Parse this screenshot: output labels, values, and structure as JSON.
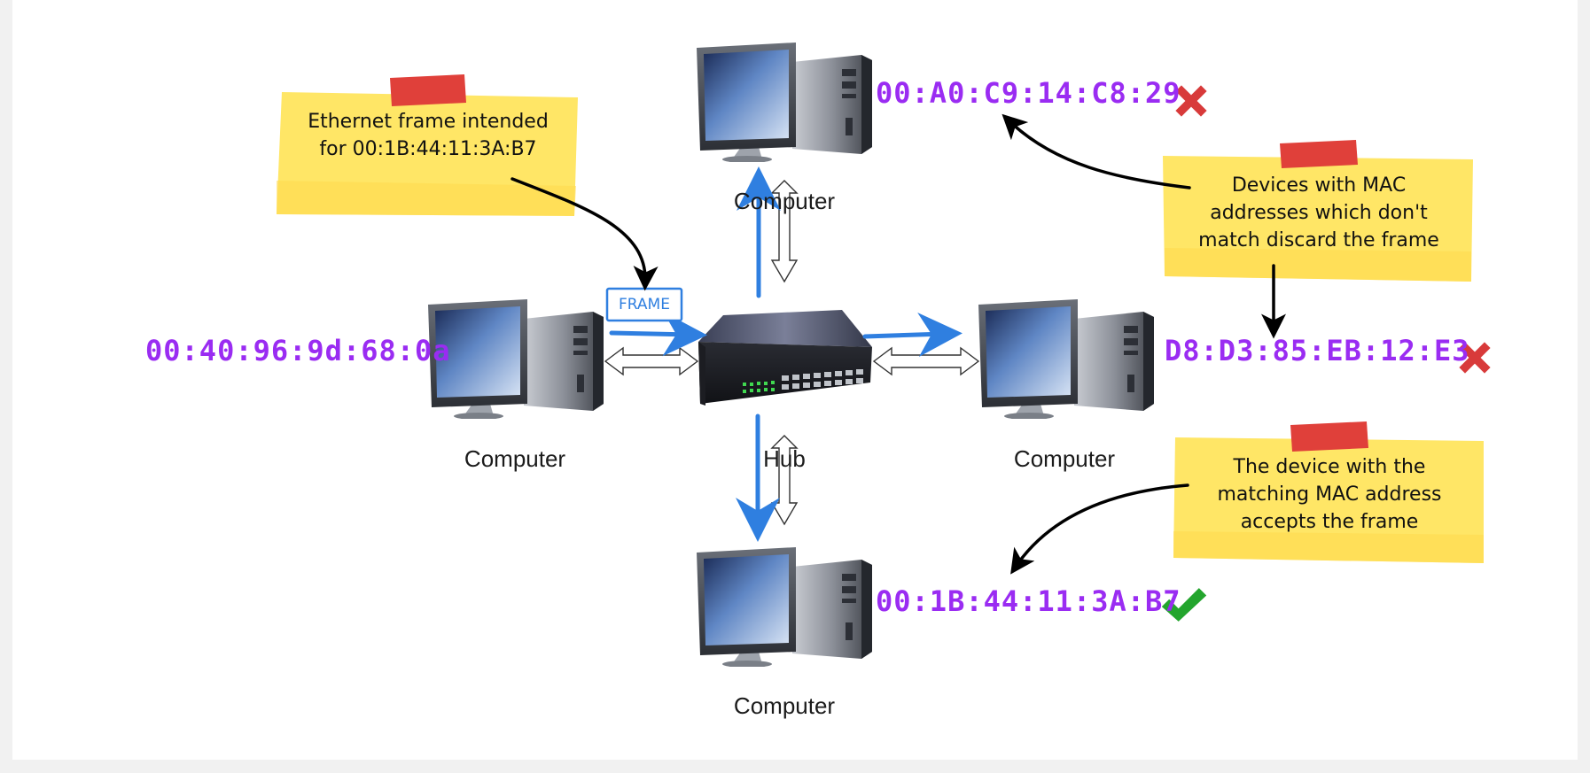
{
  "labels": {
    "computer_top": "Computer",
    "computer_left": "Computer",
    "computer_right": "Computer",
    "computer_bottom": "Computer",
    "hub": "Hub"
  },
  "mac": {
    "top": "00:A0:C9:14:C8:29",
    "left": "00:40:96:9d:68:0a",
    "right": "D8:D3:85:EB:12:E3",
    "bottom": "00:1B:44:11:3A:B7"
  },
  "notes": {
    "frame_intended": [
      "Ethernet frame intended",
      "for 00:1B:44:11:3A:B7"
    ],
    "discard": [
      "Devices with MAC",
      "addresses which don't",
      "match discard the frame"
    ],
    "accept": [
      "The device with the",
      "matching MAC address",
      "accepts the frame"
    ]
  },
  "frame_tag": "FRAME",
  "colors": {
    "mac_text": "#9a2cf2",
    "flow_arrow": "#2f7fe0",
    "note_fill": "#ffe666",
    "tape": "#e0403a",
    "reject": "#d83a3a",
    "accept": "#23a52d"
  },
  "icons": {
    "reject": "cross-mark-icon",
    "accept": "check-mark-icon"
  }
}
